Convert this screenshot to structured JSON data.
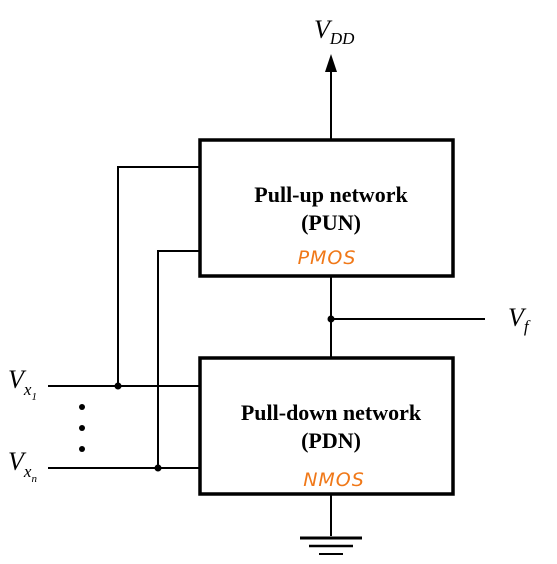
{
  "supply": {
    "label": "V",
    "subscript": "DD"
  },
  "output": {
    "label": "V",
    "subscript": "f"
  },
  "inputs": [
    {
      "label": "V",
      "subscript": "x",
      "subsubscript": "1"
    },
    {
      "label": "V",
      "subscript": "x",
      "subsubscript": "n"
    }
  ],
  "pull_up": {
    "title_line1": "Pull-up network",
    "title_line2": "(PUN)",
    "note": "PMOS"
  },
  "pull_down": {
    "title_line1": "Pull-down network",
    "title_line2": "(PDN)",
    "note": "NMOS"
  },
  "colors": {
    "annotation": "#f07818",
    "line": "#000000",
    "background": "#ffffff"
  }
}
